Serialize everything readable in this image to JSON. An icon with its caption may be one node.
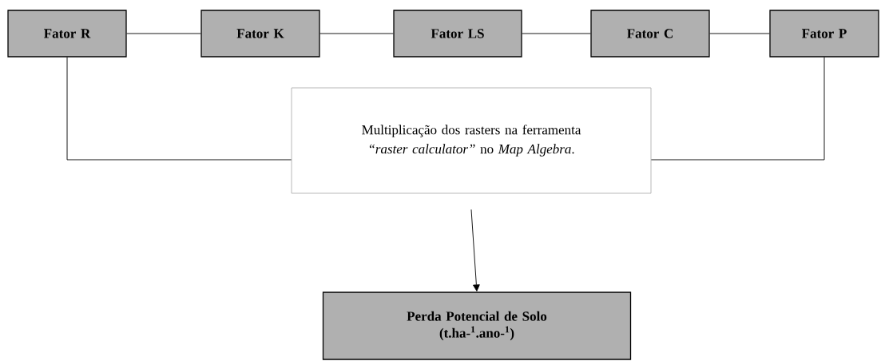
{
  "diagram": {
    "nodes": [
      {
        "text": [
          "Fator R"
        ]
      },
      {
        "text": [
          "Fator K"
        ]
      },
      {
        "text": [
          "Fator LS"
        ]
      },
      {
        "text": [
          "Fator C"
        ]
      },
      {
        "text": [
          "Fator P"
        ]
      },
      {
        "text": [
          "Multiplicação dos rasters na ferramenta *“raster calculator”* no *Map Algebra*."
        ]
      },
      {
        "text": [
          "Perda Potencial de Solo",
          "(t.ha-$^{1}$.ano-$^{1}$)"
        ]
      }
    ],
    "edges": [
      {
        "from": 0,
        "to": 1,
        "arrow": "none"
      },
      {
        "from": 1,
        "to": 2,
        "arrow": "none"
      },
      {
        "from": 2,
        "to": 3,
        "arrow": "none"
      },
      {
        "from": 3,
        "to": 4,
        "arrow": "none"
      },
      {
        "from": 0,
        "to": 5,
        "arrow": "none"
      },
      {
        "from": 4,
        "to": 5,
        "arrow": "none"
      },
      {
        "from": 5,
        "to": 6,
        "arrow": "to"
      }
    ]
  }
}
